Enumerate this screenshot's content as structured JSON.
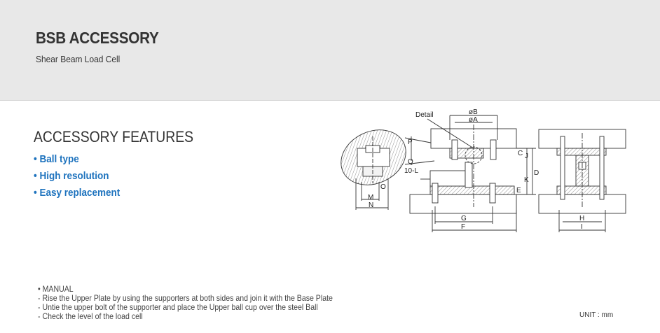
{
  "header": {
    "title": "BSB ACCESSORY",
    "subtitle": "Shear Beam Load Cell"
  },
  "features": {
    "title": "ACCESSORY FEATURES",
    "items": [
      "• Ball type",
      "• High resolution",
      "• Easy replacement"
    ],
    "color": "#1e73be"
  },
  "drawing": {
    "labels": {
      "detail": "Detail",
      "oB": "øB",
      "oA": "øA",
      "P": "P",
      "Q": "Q",
      "O": "O",
      "M": "M",
      "N": "N",
      "l10": "10-L",
      "C": "C",
      "J": "J",
      "D": "D",
      "K": "K",
      "E": "E",
      "G": "G",
      "F": "F",
      "H": "H",
      "I": "I"
    }
  },
  "manual": {
    "title": "• MANUAL",
    "steps": [
      " - Rise the Upper Plate by using the supporters at both sides and join it with the Base Plate",
      " - Untie the upper bolt of the supporter and place the Upper ball cup over the steel Ball",
      " - Check the level of the load cell"
    ]
  },
  "unit": "UNIT : mm"
}
